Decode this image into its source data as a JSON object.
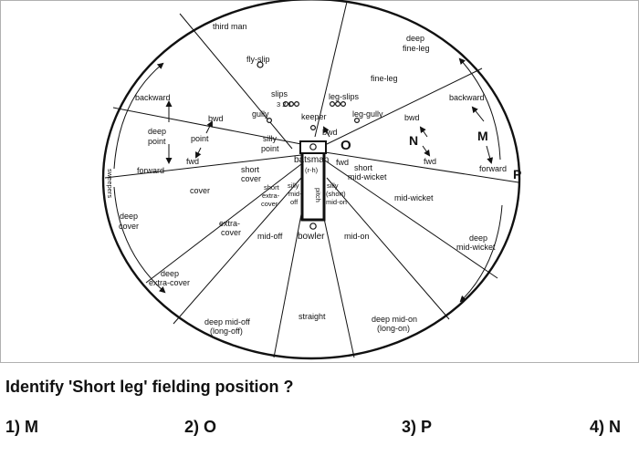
{
  "diagram": {
    "labels": {
      "third_man": "third man",
      "deep_fine_leg_1": "deep",
      "deep_fine_leg_2": "fine-leg",
      "fly_slip": "fly-slip",
      "fine_leg": "fine-leg",
      "slips": "slips",
      "slip_numbers": "3 2 1",
      "leg_slips": "leg-slips",
      "gully": "gully",
      "leg_gully": "leg-gully",
      "keeper": "keeper",
      "backward_left": "backward",
      "backward_right": "backward",
      "bwd_left": "bwd",
      "bwd_center": "bwd",
      "bwd_right": "bwd",
      "deep_point_1": "deep",
      "deep_point_2": "point",
      "point": "point",
      "silly_point_1": "silly",
      "silly_point_2": "point",
      "fwd_left": "fwd",
      "fwd_center": "fwd",
      "fwd_right": "fwd",
      "forward_left": "forward",
      "forward_right": "forward",
      "batsman": "batsman",
      "rh": "(r-h)",
      "short_cover_1": "short",
      "short_cover_2": "cover",
      "short_extra_cover_1": "short",
      "short_extra_cover_2": "extra-",
      "short_extra_cover_3": "cover",
      "silly_mid_off_1": "silly",
      "silly_mid_off_2": "mid-",
      "silly_mid_off_3": "off",
      "pitch": "pitch",
      "silly_short_mid_on_1": "silly",
      "silly_short_mid_on_2": "(short)",
      "silly_short_mid_on_3": "mid-on",
      "short_mid_wicket_1": "short",
      "short_mid_wicket_2": "mid-wicket",
      "sweepers": "sweepers",
      "cover": "cover",
      "mid_wicket": "mid-wicket",
      "deep_cover_1": "deep",
      "deep_cover_2": "cover",
      "extra_cover_1": "extra-",
      "extra_cover_2": "cover",
      "mid_off": "mid-off",
      "bowler": "bowler",
      "mid_on": "mid-on",
      "deep_mid_wicket_1": "deep",
      "deep_mid_wicket_2": "mid-wicket",
      "deep_extra_cover_1": "deep",
      "deep_extra_cover_2": "extra-cover",
      "straight": "straight",
      "deep_mid_off_1": "deep mid-off",
      "deep_mid_off_2": "(long-off)",
      "deep_mid_on_1": "deep mid-on",
      "deep_mid_on_2": "(long-on)"
    },
    "markers": {
      "O": "O",
      "N": "N",
      "M": "M",
      "P": "P"
    }
  },
  "question": "Identify 'Short leg'  fielding position ?",
  "options": [
    {
      "label": "1) M"
    },
    {
      "label": "2) O"
    },
    {
      "label": "3) P"
    },
    {
      "label": "4) N"
    }
  ]
}
